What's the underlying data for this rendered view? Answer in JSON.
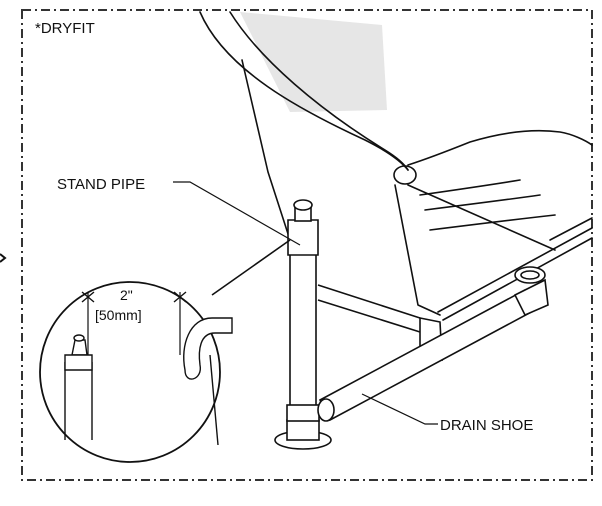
{
  "diagram": {
    "corner_note": "*DRYFIT",
    "labels": {
      "stand_pipe": "STAND PIPE",
      "drain_shoe": "DRAIN SHOE"
    },
    "detail": {
      "dimension_imperial": "2\"",
      "dimension_metric": "[50mm]"
    },
    "colors": {
      "line": "#111111",
      "shade": "#e6e6e6",
      "border": "#333333"
    }
  }
}
